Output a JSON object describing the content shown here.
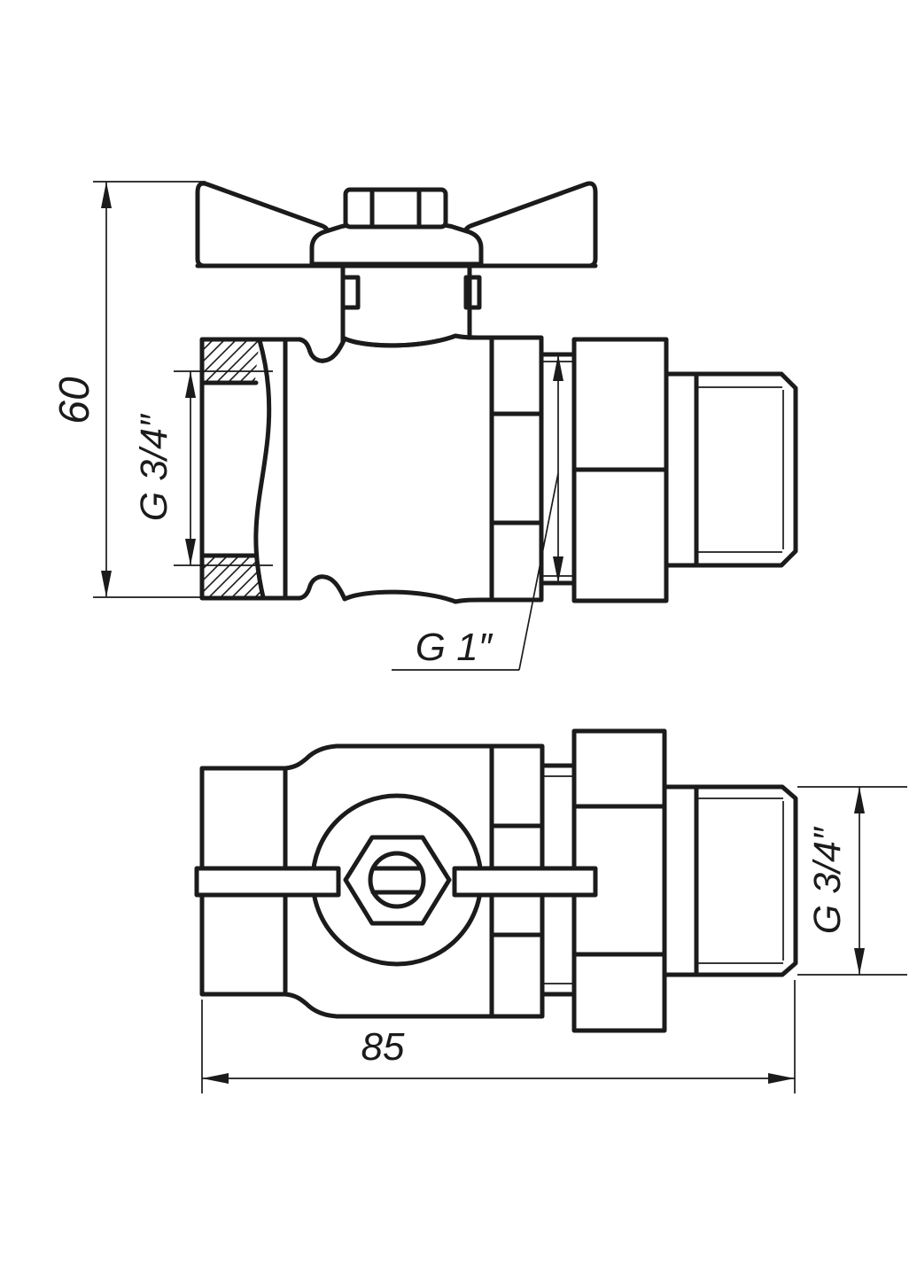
{
  "canvas": {
    "background": "#ffffff",
    "line_color": "#1b1b1b"
  },
  "dimensions": {
    "overall_height": "60",
    "female_thread": "G 3/4″",
    "union_thread": "G 1″",
    "overall_length": "85",
    "male_thread": "G 3/4″"
  }
}
